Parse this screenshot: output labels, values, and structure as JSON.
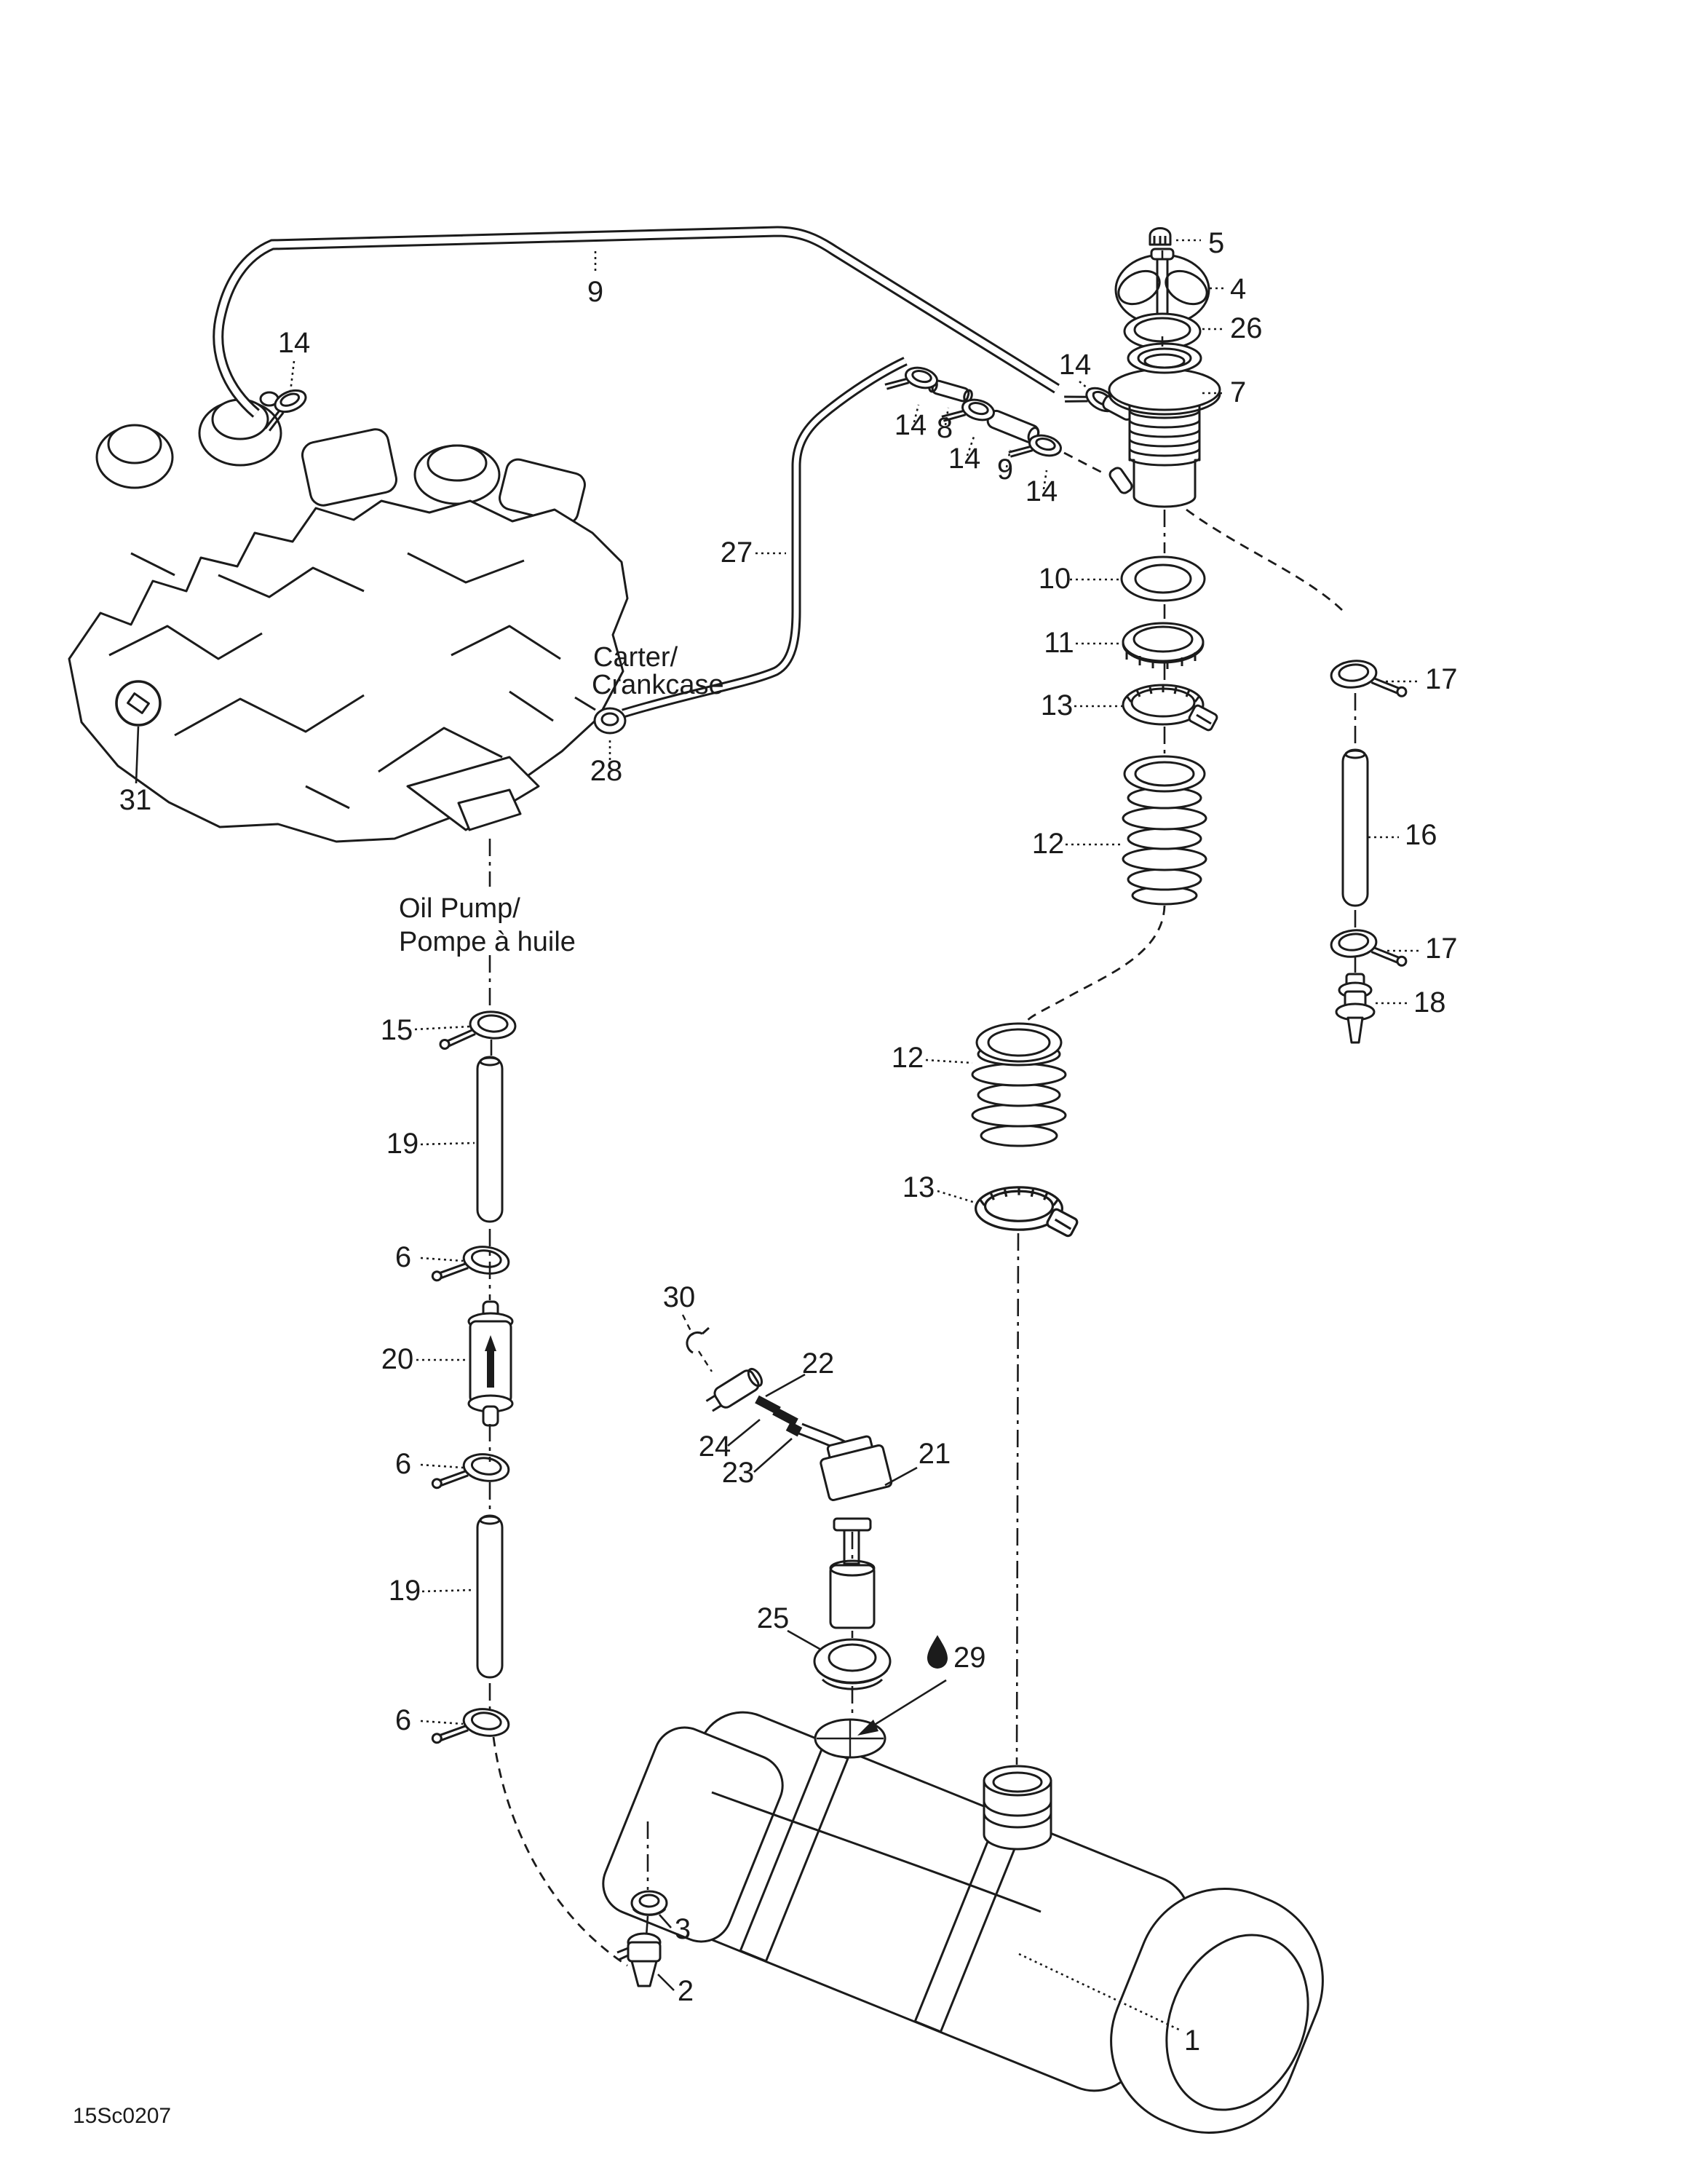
{
  "page": {
    "code": "15Sc0207",
    "ink": "#1b1b1b",
    "paper": "#ffffff"
  },
  "annotations": {
    "crankcase1": "Carter/",
    "crankcase2": "Crankcase",
    "oilpump1": "Oil Pump/",
    "oilpump2": "Pompe à huile"
  },
  "callouts": {
    "n1": "1",
    "n2": "2",
    "n3": "3",
    "n4": "4",
    "n5": "5",
    "n6": "6",
    "n7": "7",
    "n8": "8",
    "n9": "9",
    "n10": "10",
    "n11": "11",
    "n12": "12",
    "n13": "13",
    "n14": "14",
    "n15": "15",
    "n16": "16",
    "n17": "17",
    "n18": "18",
    "n19": "19",
    "n20": "20",
    "n21": "21",
    "n22": "22",
    "n23": "23",
    "n24": "24",
    "n25": "25",
    "n26": "26",
    "n27": "27",
    "n28": "28",
    "n29": "29",
    "n30": "30",
    "n31": "31"
  }
}
